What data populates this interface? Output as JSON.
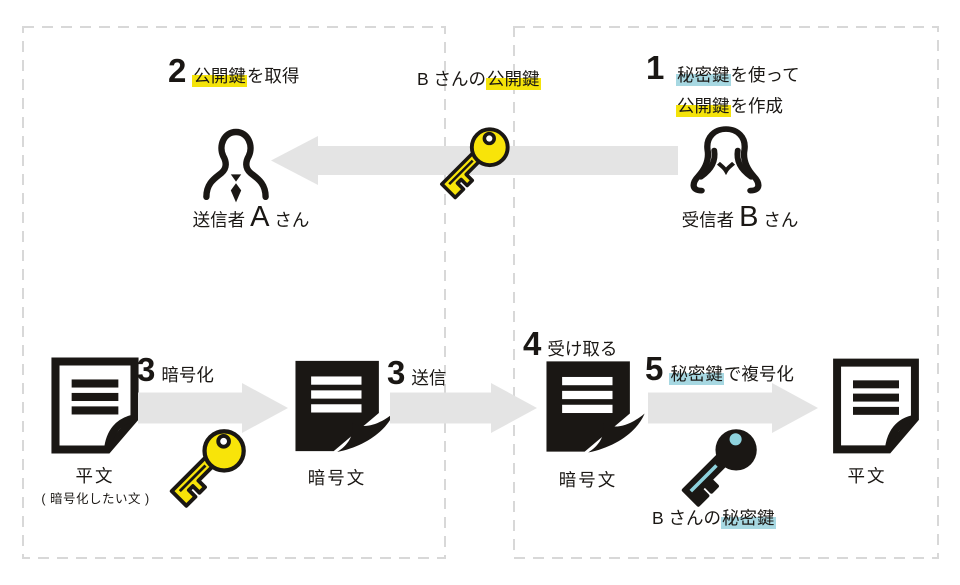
{
  "steps": {
    "s1": {
      "num": "1",
      "l1_hl": "秘密鍵",
      "l1_rest": "を使って",
      "l2_hl": "公開鍵",
      "l2_rest": "を作成"
    },
    "s2": {
      "num": "2",
      "hl": "公開鍵",
      "rest": "を取得"
    },
    "s3a": {
      "num": "3",
      "text": "暗号化"
    },
    "s3b": {
      "num": "3",
      "text": "送信"
    },
    "s4": {
      "num": "4",
      "text": "受け取る"
    },
    "s5": {
      "num": "5",
      "hl": "秘密鍵",
      "rest": "で複号化"
    }
  },
  "actors": {
    "sender": {
      "role": "送信者",
      "name": "A",
      "suffix": "さん"
    },
    "receiver": {
      "role": "受信者",
      "name": "B",
      "suffix": "さん"
    }
  },
  "keys": {
    "public_label_prefix": "B さんの",
    "public_label_hl": "公開鍵",
    "private_label_prefix": "B さんの",
    "private_label_hl": "秘密鍵"
  },
  "docs": {
    "plain1": {
      "label": "平文",
      "sublabel": "( 暗号化したい文 )"
    },
    "cipher1": {
      "label": "暗号文"
    },
    "cipher2": {
      "label": "暗号文"
    },
    "plain2": {
      "label": "平文"
    }
  },
  "colors": {
    "ink": "#1a1714",
    "highlight_yellow": "#f4e30a",
    "key_yellow": "#f8e409",
    "highlight_blue": "#a7d8e2",
    "key_hole_blue": "#8ed2dd",
    "arrow_gray": "#e4e4e4",
    "dash_gray": "#d8d8d8"
  }
}
